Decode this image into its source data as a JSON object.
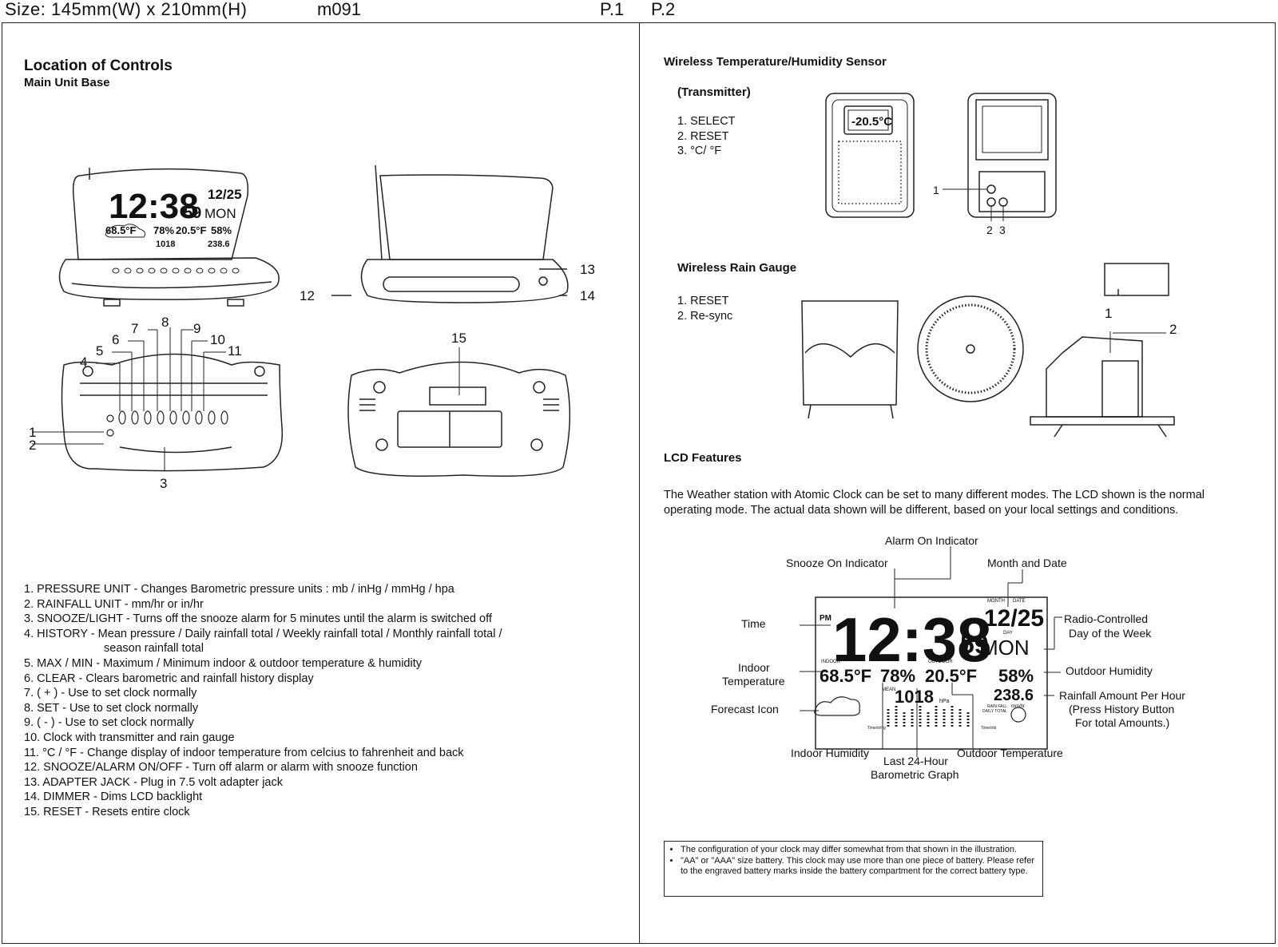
{
  "header": {
    "size": "Size: 145mm(W) x 210mm(H)",
    "model": "m091",
    "page1": "P.1",
    "page2": "P.2"
  },
  "left": {
    "title": "Location of Controls",
    "subtitle": "Main Unit Base",
    "callouts": [
      "1",
      "2",
      "3",
      "4",
      "5",
      "6",
      "7",
      "8",
      "9",
      "10",
      "11",
      "12",
      "13",
      "14",
      "15"
    ],
    "lcd": {
      "time": "12:38",
      "seconds": "59",
      "date": "12/25",
      "day": "MON",
      "indoor_temp": "68.5°F",
      "indoor_hum": "78%",
      "outdoor_temp": "20.5°F",
      "outdoor_hum": "58%",
      "pressure": "1018",
      "rain": "238.6"
    },
    "controls": [
      "1. PRESSURE UNIT - Changes Barometric pressure units : mb / inHg / mmHg / hpa",
      "2. RAINFALL UNIT - mm/hr or in/hr",
      "3. SNOOZE/LIGHT - Turns off the snooze alarm for 5 minutes until the alarm is switched off",
      "4. HISTORY - Mean pressure / Daily rainfall total / Weekly rainfall total / Monthly rainfall total /",
      "season rainfall total",
      "5. MAX / MIN - Maximum / Minimum indoor & outdoor temperature & humidity",
      "6. CLEAR - Clears barometric and rainfall history display",
      "7. ( + ) - Use to set clock normally",
      "8. SET - Use to set clock normally",
      "9. ( - ) - Use to set clock normally",
      "10. Clock with transmitter and rain gauge",
      "11. °C / °F - Change display of indoor temperature from celcius to fahrenheit and back",
      "12. SNOOZE/ALARM ON/OFF - Turn off alarm or alarm with snooze function",
      "13. ADAPTER JACK - Plug in 7.5 volt adapter jack",
      "14. DIMMER - Dims LCD backlight",
      "15. RESET - Resets entire clock"
    ]
  },
  "right": {
    "sensor_title": "Wireless Temperature/Humidity Sensor",
    "transmitter_label": "(Transmitter)",
    "transmitter_items": [
      "1. SELECT",
      "2. RESET",
      "3. °C/ °F"
    ],
    "sensor_display": "-20.5°C",
    "sensor_callouts": [
      "1",
      "2",
      "3"
    ],
    "rain_title": "Wireless Rain Gauge",
    "rain_items": [
      "1. RESET",
      "2. Re-sync"
    ],
    "rain_callouts": [
      "1",
      "2"
    ],
    "lcd_title": "LCD Features",
    "lcd_desc_1": "The Weather station with Atomic Clock can be set to many different modes. The LCD shown is the normal",
    "lcd_desc_2": "operating mode. The actual data shown will be different, based on your local settings and conditions.",
    "lcd_labels": {
      "alarm_on": "Alarm On Indicator",
      "snooze_on": "Snooze On Indicator",
      "month_date": "Month and Date",
      "time": "Time",
      "radio_1": "Radio-Controlled",
      "radio_2": "Day of the Week",
      "indoor_temp_1": "Indoor",
      "indoor_temp_2": "Temperature",
      "outdoor_hum": "Outdoor Humidity",
      "rain_1": "Rainfall Amount Per Hour",
      "rain_2": "(Press History Button",
      "rain_3": "For total Amounts.)",
      "forecast": "Forecast Icon",
      "indoor_hum": "Indoor Humidity",
      "baro_1": "Last 24-Hour",
      "baro_2": "Barometric Graph",
      "outdoor_temp": "Outdoor Temperature"
    },
    "lcd_display": {
      "pm": "PM",
      "time": "12:38",
      "seconds": "59",
      "month": "MONTH",
      "date_lbl": "DATE",
      "date": "12/25",
      "day_lbl": "DAY",
      "day": "MON",
      "indoor": "INDOOR",
      "outdoor": "OUTDOOR",
      "indoor_temp": "68.5°F",
      "indoor_hum": "78%",
      "outdoor_temp": "20.5°F",
      "outdoor_hum": "58%",
      "mean": "MEAN",
      "pressure": "1018",
      "hpa": "hPa",
      "rain": "238.6",
      "rain_unit": "mm/hr",
      "rainfall": "RAIN FALL",
      "daily_total": "DAILY TOTAL",
      "time_inhg": "Time/inHg",
      "time_mb": "Time/mb"
    },
    "notes": [
      "The configuration of your clock may differ somewhat from that shown in the illustration.",
      "\"AA\" or \"AAA\" size battery. This clock may use more than one piece of battery. Please refer to the engraved battery marks inside the battery compartment for the correct battery type."
    ]
  }
}
